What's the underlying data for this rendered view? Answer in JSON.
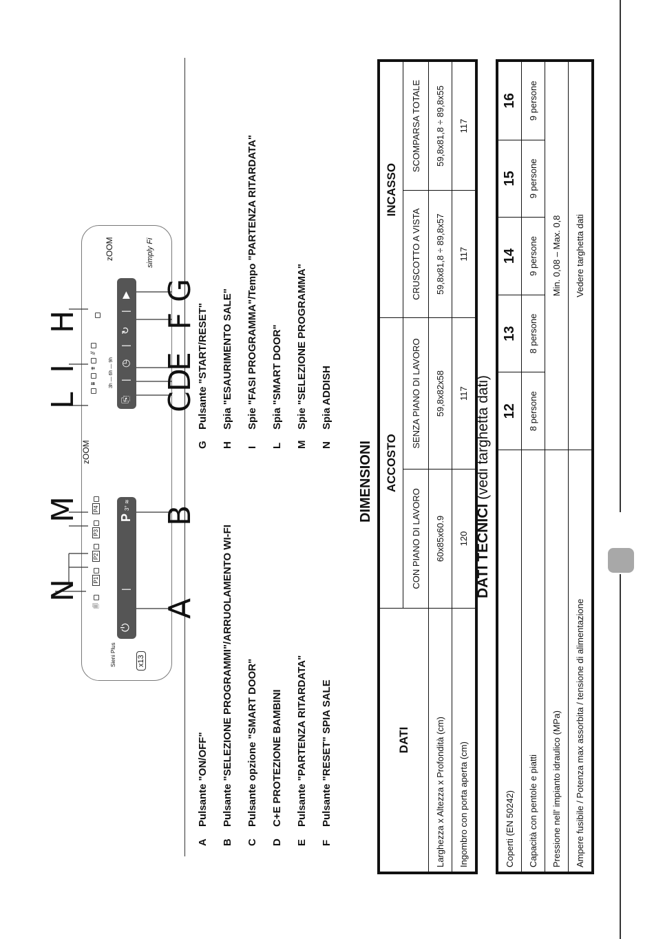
{
  "panel": {
    "brand_left": "Sieni Plus",
    "x13": "x13",
    "zoom_left": "zOOM",
    "zoom_right": "zOOM",
    "simply_fi": "simply Fi",
    "programs": [
      "P1",
      "P2",
      "P3",
      "P4"
    ],
    "time_scale": "3h — 6h — 9h",
    "p_label": "P",
    "p_sub": "3° ≋",
    "icons": {
      "power": "power-icon",
      "wifi": "wifi-icon",
      "addish": "addish-icon",
      "smart_door": "door-icon",
      "kids": "kid-lock-icon",
      "delay": "delay-icon",
      "reset": "reset-icon",
      "start": "play-icon",
      "salt": "salt-icon"
    },
    "letters": {
      "N": "N",
      "M": "M",
      "A": "A",
      "B": "B",
      "L": "L",
      "I": "I",
      "H": "H",
      "C": "C",
      "D": "D",
      "E": "E",
      "F": "F",
      "G": "G"
    }
  },
  "legend": [
    {
      "letter": "A",
      "text": "Pulsante \"ON/OFF\""
    },
    {
      "letter": "B",
      "text": "Pulsante \"SELEZIONE PROGRAMMI\"/ARRUOLAMENTO WI-FI"
    },
    {
      "letter": "C",
      "text": "Pulsante opzione \"SMART DOOR\""
    },
    {
      "letter": "D",
      "text": "C+E  PROTEZIONE BAMBINI"
    },
    {
      "letter": "E",
      "text": "Pulsante \"PARTENZA RITARDATA\""
    },
    {
      "letter": "F",
      "text": "Pulsante \"RESET\" SPIA SALE"
    },
    {
      "letter": "G",
      "text": "Pulsante \"START/RESET\""
    },
    {
      "letter": "H",
      "text": "Spia \"ESAURIMENTO SALE\""
    },
    {
      "letter": "I",
      "text": "Spie \"FASI PROGRAMMA\"/Tempo \"PARTENZA RITARDATA\""
    },
    {
      "letter": "L",
      "text": "Spia \"SMART DOOR\""
    },
    {
      "letter": "M",
      "text": "Spie \"SELEZIONE PROGRAMMA\""
    },
    {
      "letter": "N",
      "text": "Spia ADDISH"
    }
  ],
  "dimensioni": {
    "title": "DIMENSIONI",
    "dati": "DATI",
    "accosto": "ACCOSTO",
    "incasso": "INCASSO",
    "cols": [
      "CON PIANO DI LAVORO",
      "SENZA PIANO DI LAVORO",
      "CRUSCOTTO A VISTA",
      "SCOMPARSA TOTALE"
    ],
    "rows": [
      {
        "label": "Larghezza x Altezza x Profondità (cm)",
        "values": [
          "60x85x60.9",
          "59,8x82x58",
          "59,8x81,8 ÷ 89,8x57",
          "59,8x81,8 ÷ 89,8x55"
        ]
      },
      {
        "label": "Ingombro con porta aperta (cm)",
        "values": [
          "120",
          "117",
          "117",
          "117"
        ]
      }
    ]
  },
  "dati_tecnici": {
    "title_bold": "DATI TECNICI",
    "title_rest": " (vedi targhetta dati)",
    "coperti_label": "Coperti (EN 50242)",
    "coperti": [
      "12",
      "13",
      "14",
      "15",
      "16"
    ],
    "capacita_label": "Capacità con pentole e piatti",
    "capacita": [
      "8 persone",
      "8 persone",
      "9 persone",
      "9 persone",
      "9 persone"
    ],
    "pressione_label": "Pressione nell'  impianto idraulico (MPa)",
    "pressione_value": "Min. 0,08 – Max. 0,8",
    "ampere_label": "Ampere fusibile / Potenza max assorbita / tensione di alimentazione",
    "ampere_value": "Vedere targhetta dati"
  }
}
